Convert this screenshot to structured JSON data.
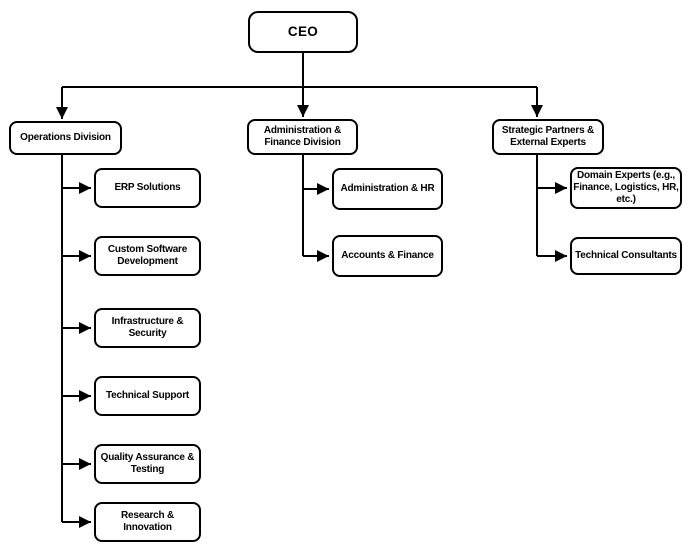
{
  "diagram": {
    "type": "organization-chart",
    "root": {
      "label": "CEO"
    },
    "divisions": [
      {
        "label": "Operations Division",
        "children": [
          {
            "label": "ERP Solutions"
          },
          {
            "label": "Custom Software Development"
          },
          {
            "label": "Infrastructure & Security"
          },
          {
            "label": "Technical Support"
          },
          {
            "label": "Quality Assurance & Testing"
          },
          {
            "label": "Research & Innovation"
          }
        ]
      },
      {
        "label": "Administration & Finance Division",
        "children": [
          {
            "label": "Administration & HR"
          },
          {
            "label": "Accounts & Finance"
          }
        ]
      },
      {
        "label": "Strategic Partners & External Experts",
        "children": [
          {
            "label": "Domain Experts (e.g., Finance, Logistics, HR, etc.)"
          },
          {
            "label": "Technical Consultants"
          }
        ]
      }
    ],
    "colors": {
      "background": "#ffffff",
      "box_fill": "#ffffff",
      "box_border": "#000000",
      "line": "#000000",
      "text": "#000000"
    }
  }
}
